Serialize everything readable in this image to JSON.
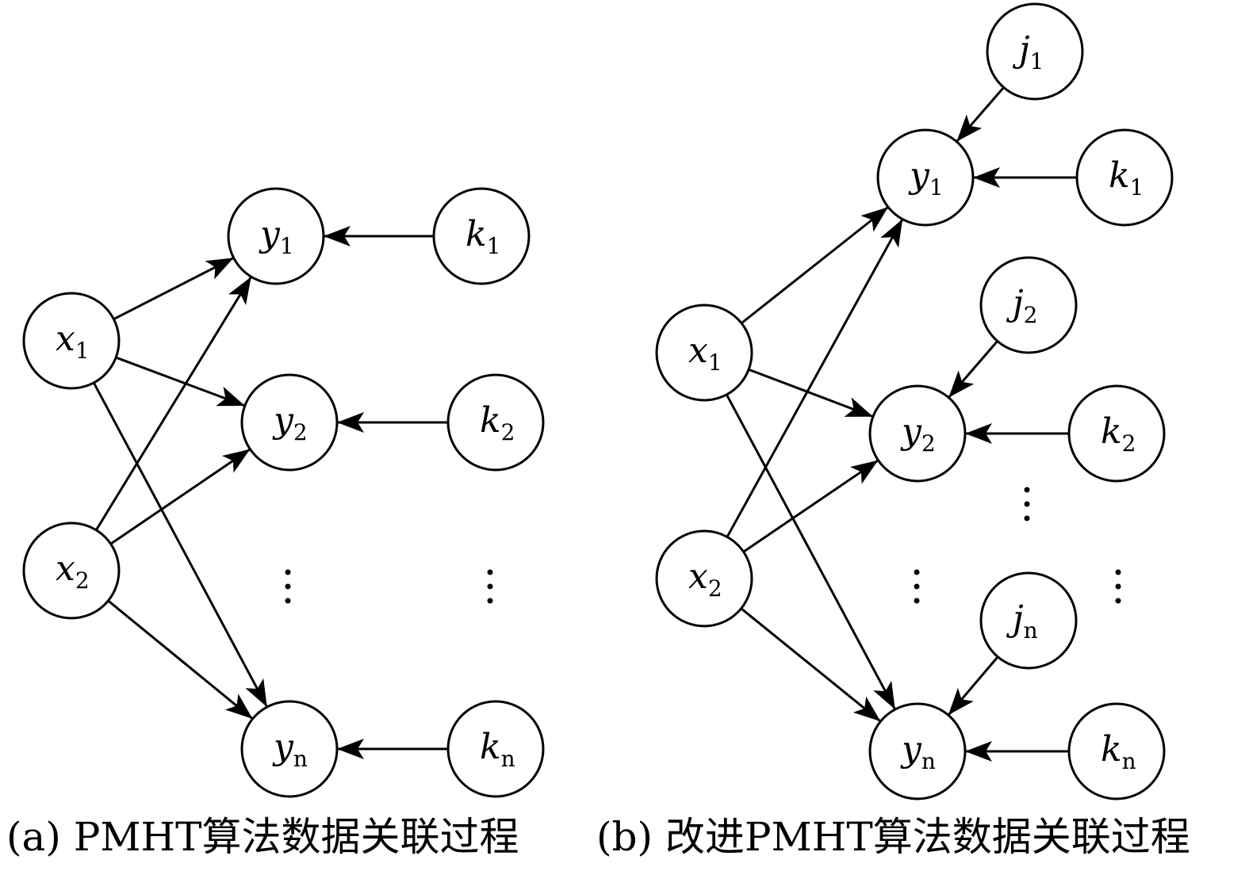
{
  "diagram_a": {
    "caption": "(a) PMHT算法数据关联过程",
    "nodes": {
      "x1": {
        "base": "x",
        "sub": "1"
      },
      "x2": {
        "base": "x",
        "sub": "2"
      },
      "y1": {
        "base": "y",
        "sub": "1"
      },
      "y2": {
        "base": "y",
        "sub": "2"
      },
      "yn": {
        "base": "y",
        "sub": "n"
      },
      "k1": {
        "base": "k",
        "sub": "1"
      },
      "k2": {
        "base": "k",
        "sub": "2"
      },
      "kn": {
        "base": "k",
        "sub": "n"
      }
    },
    "edges": [
      [
        "x1",
        "y1"
      ],
      [
        "x1",
        "y2"
      ],
      [
        "x1",
        "yn"
      ],
      [
        "x2",
        "y1"
      ],
      [
        "x2",
        "y2"
      ],
      [
        "x2",
        "yn"
      ],
      [
        "k1",
        "y1"
      ],
      [
        "k2",
        "y2"
      ],
      [
        "kn",
        "yn"
      ]
    ]
  },
  "diagram_b": {
    "caption": "(b) 改进PMHT算法数据关联过程",
    "nodes": {
      "x1": {
        "base": "x",
        "sub": "1"
      },
      "x2": {
        "base": "x",
        "sub": "2"
      },
      "y1": {
        "base": "y",
        "sub": "1"
      },
      "y2": {
        "base": "y",
        "sub": "2"
      },
      "yn": {
        "base": "y",
        "sub": "n"
      },
      "j1": {
        "base": "j",
        "sub": "1"
      },
      "j2": {
        "base": "j",
        "sub": "2"
      },
      "jn": {
        "base": "j",
        "sub": "n"
      },
      "k1": {
        "base": "k",
        "sub": "1"
      },
      "k2": {
        "base": "k",
        "sub": "2"
      },
      "kn": {
        "base": "k",
        "sub": "n"
      }
    },
    "edges": [
      [
        "x1",
        "y1"
      ],
      [
        "x1",
        "y2"
      ],
      [
        "x1",
        "yn"
      ],
      [
        "x2",
        "y1"
      ],
      [
        "x2",
        "y2"
      ],
      [
        "x2",
        "yn"
      ],
      [
        "j1",
        "y1"
      ],
      [
        "k1",
        "y1"
      ],
      [
        "j2",
        "y2"
      ],
      [
        "k2",
        "y2"
      ],
      [
        "jn",
        "yn"
      ],
      [
        "kn",
        "yn"
      ]
    ]
  }
}
